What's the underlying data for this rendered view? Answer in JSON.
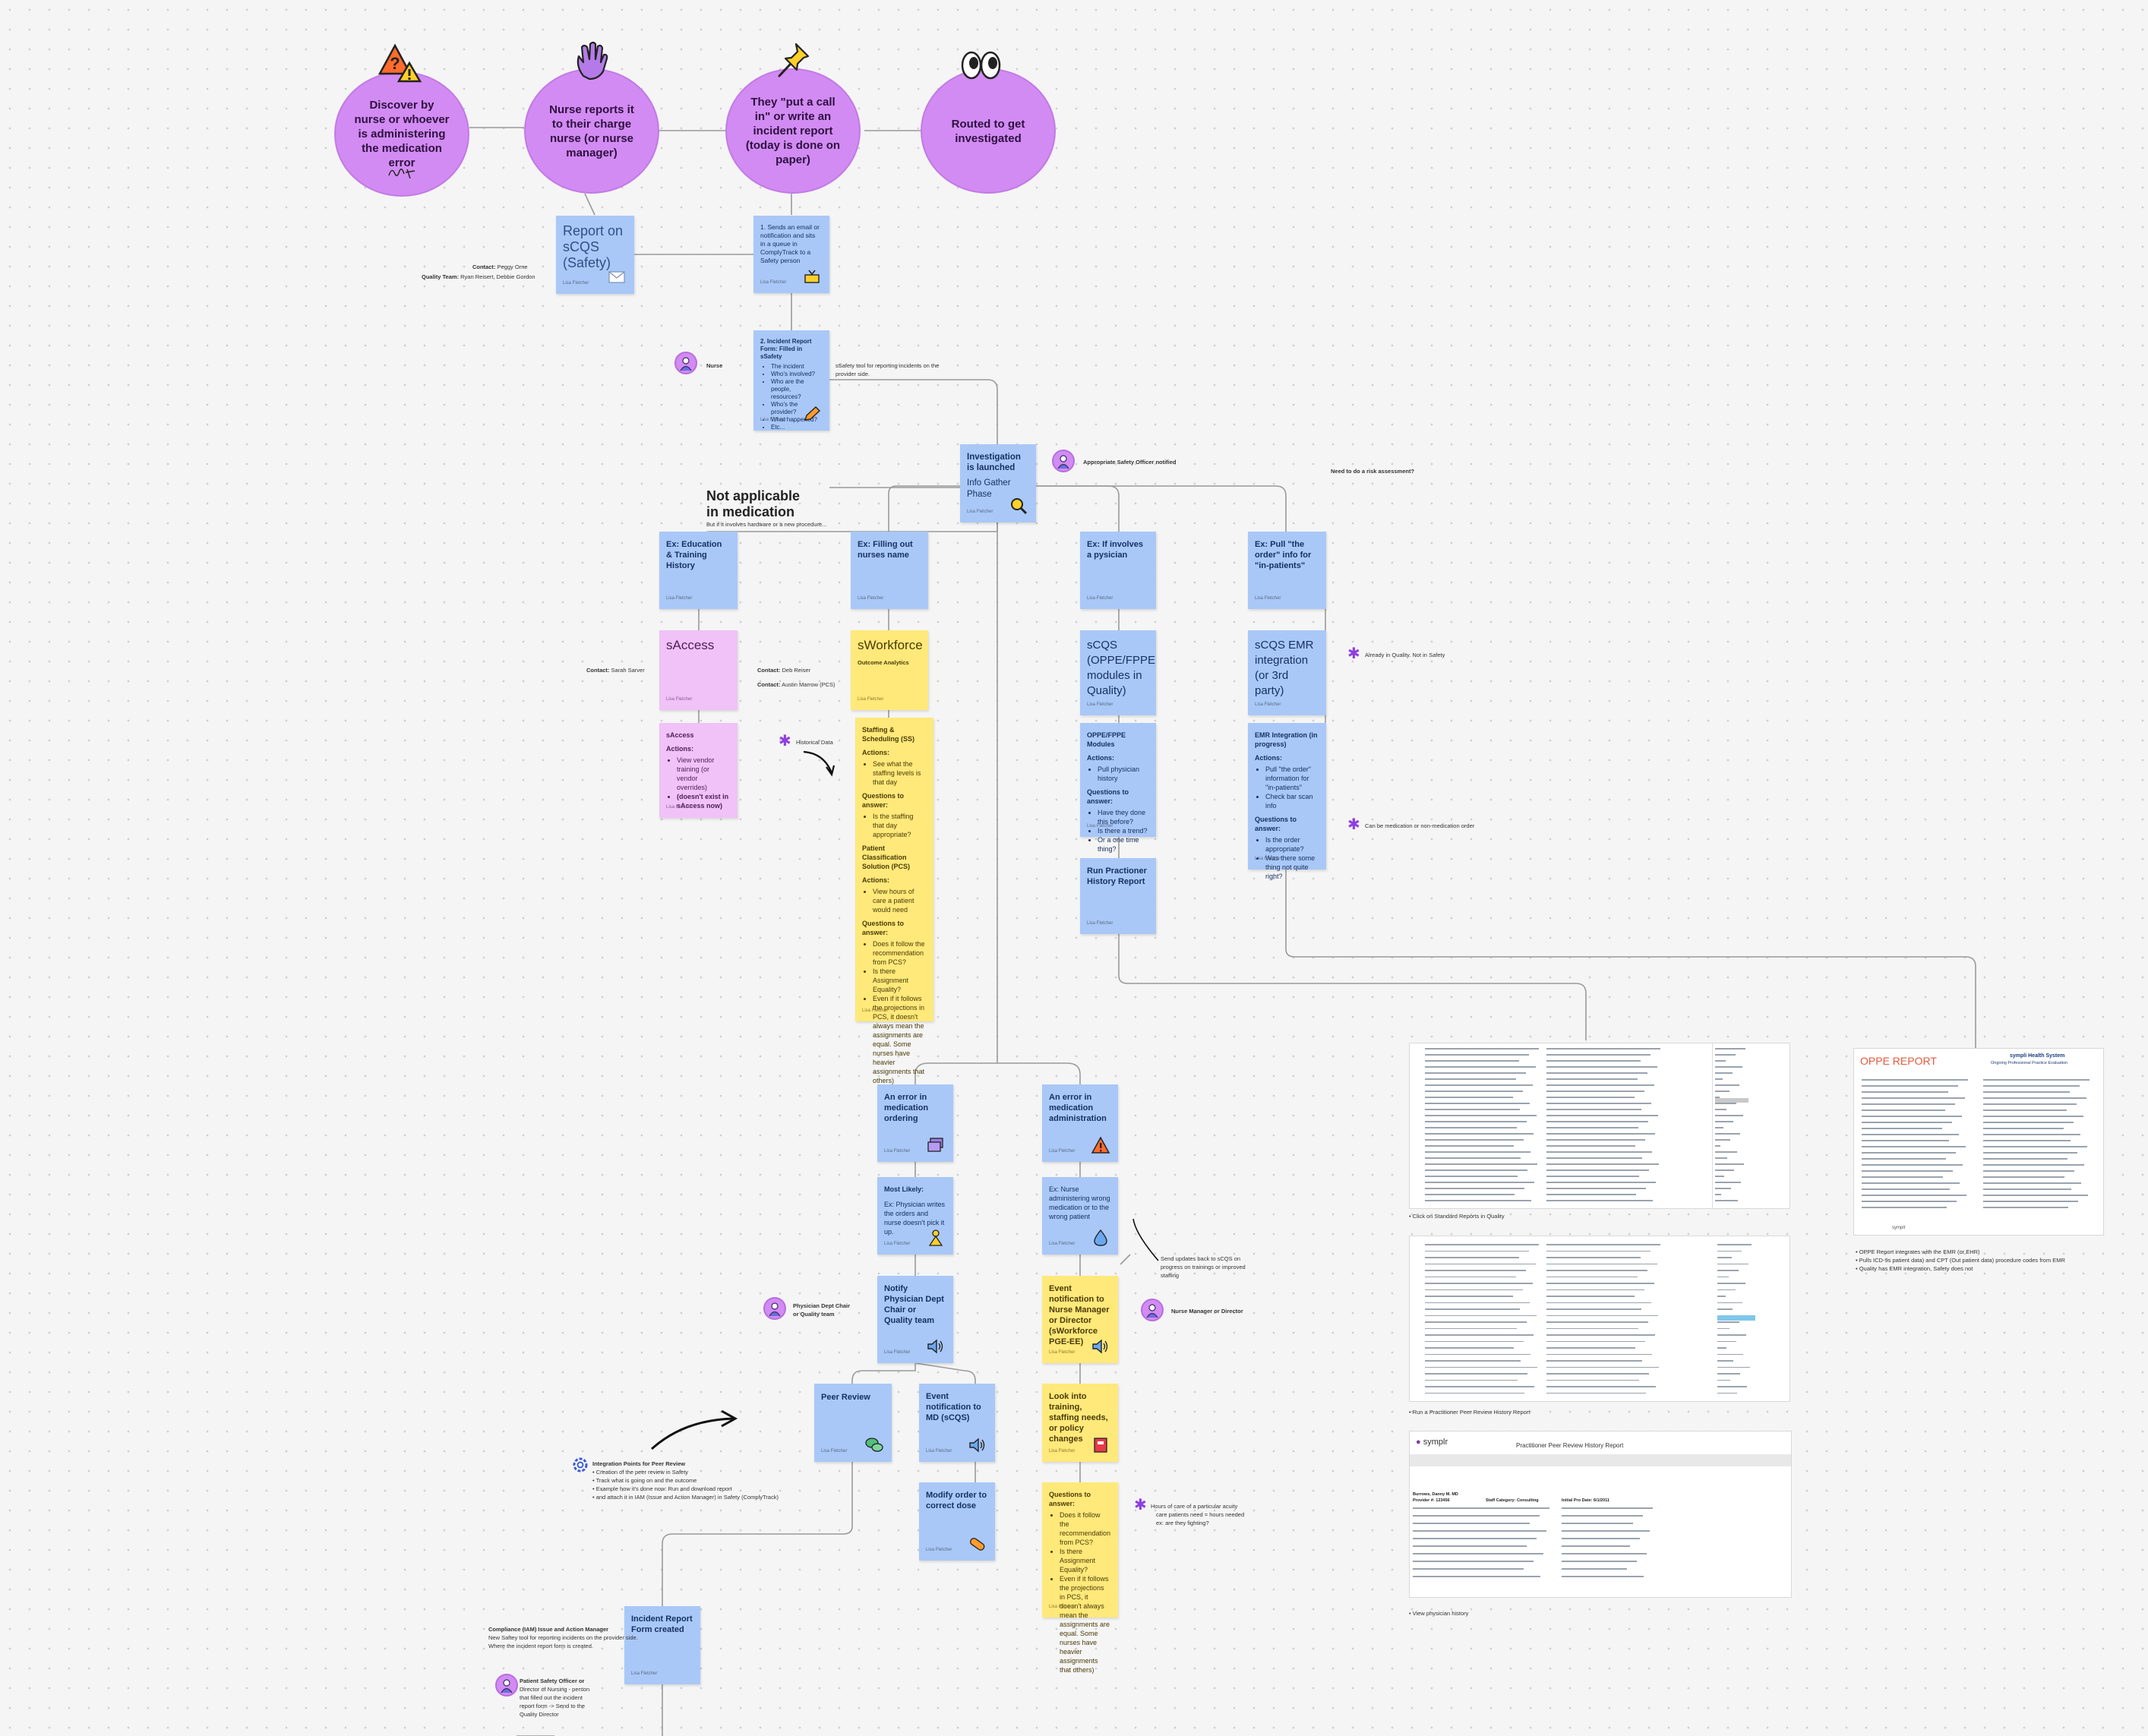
{
  "header_circles": [
    {
      "label": "Discover by nurse or whoever is administering the medication error",
      "emoji": "warning-icon"
    },
    {
      "label": "Nurse reports it to their charge nurse (or nurse manager)",
      "emoji": "waving-hand-icon"
    },
    {
      "label": "They \"put a call in\" or write an incident report (today is done on paper)",
      "emoji": "pushpin-icon"
    },
    {
      "label": "Routed to get investigated",
      "emoji": "eyes-icon"
    }
  ],
  "stickies": {
    "report": {
      "title": "Report on sCQS (Safety)",
      "footer": "Lisa Fletcher"
    },
    "sends": {
      "text": "1. Sends an email or notification and sits in a queue in ComplyTrack to a Safety person",
      "footer": "Lisa Fletcher"
    },
    "form": {
      "title": "2. Incident Report Form: Filled in sSafety",
      "items": [
        "The incident",
        "Who's involved?",
        "Who are the people, resources?",
        "Who's the provider?",
        "What happened?",
        "Etc..."
      ],
      "footer": "Lisa Fletcher"
    },
    "investigation": {
      "title": "Investigation is launched",
      "subtitle": "Info Gather Phase",
      "footer": "Lisa Fletcher"
    },
    "ex_education": {
      "title": "Ex: Education & Training History",
      "footer": "Lisa Fletcher"
    },
    "ex_nurses": {
      "title": "Ex: Filling out nurses name",
      "footer": "Lisa Fletcher"
    },
    "ex_physician": {
      "title": "Ex: If involves a pysician",
      "footer": "Lisa Fletcher"
    },
    "ex_order": {
      "title": "Ex: Pull \"the order\" info for \"in-patients\"",
      "footer": "Lisa Fletcher"
    },
    "saccess": {
      "title": "sAccess",
      "footer": "Lisa Fletcher"
    },
    "sworkforce": {
      "title": "sWorkforce",
      "subtitle": "Outcome Analytics",
      "footer": "Lisa Fletcher"
    },
    "scqs_oppe": {
      "title": "sCQS (OPPE/FPPE modules in Quality)",
      "footer": "Lisa Fletcher"
    },
    "scqs_emr": {
      "title": "sCQS EMR integration (or 3rd party)",
      "footer": "Lisa Fletcher"
    },
    "saccess_actions": {
      "title": "sAccess",
      "actions": "Actions:",
      "items": [
        "View vendor training (or vendor overrides)",
        "(doesn't exist in sAccess now)"
      ],
      "footer": "Lisa Fletcher"
    },
    "staffing": {
      "title": "Staffing & Scheduling (SS)",
      "actions": "Actions:",
      "a_items": [
        "See what the staffing levels is that day"
      ],
      "q": "Questions to answer:",
      "q_items": [
        "Is the staffing that day appropriate?"
      ],
      "pcs": "Patient Classification Solution (PCS)",
      "actions2": "Actions:",
      "a2_items": [
        "View hours of care a patient would need"
      ],
      "q2": "Questions to answer:",
      "q2_items": [
        "Does it follow the recommendation from PCS?",
        "Is there Assignment Equality?",
        "Even if it follows the projections in PCS, it doesn't always mean the assignments are equal. Some nurses have heavier assignments that others)"
      ],
      "footer": "Lisa Fletcher"
    },
    "oppe_modules": {
      "title": "OPPE/FPPE Modules",
      "actions": "Actions:",
      "a_items": [
        "Pull physician history"
      ],
      "q": "Questions to answer:",
      "q_items": [
        "Have they done this before?",
        "Is there a trend?",
        "Or a one time thing?"
      ],
      "footer": "Lisa Fletcher"
    },
    "emr": {
      "title": "EMR Integration (in progress)",
      "actions": "Actions:",
      "a_items": [
        "Pull \"the order\" information for \"in-patients\"",
        "Check bar scan info"
      ],
      "q": "Questions to answer:",
      "q_items": [
        "Is the order appropriate?",
        "Was there some thing not quite right?"
      ],
      "footer": "Lisa Fletcher"
    },
    "run_practioner": {
      "title": "Run Practioner History Report",
      "footer": "Lisa Fletcher"
    },
    "err_ordering": {
      "title": "An error in medication ordering",
      "footer": "Lisa Fletcher"
    },
    "err_admin": {
      "title": "An error in medication administration",
      "footer": "Lisa Fletcher"
    },
    "most_likely": {
      "title": "Most Likely:",
      "text": "Ex: Physician writes the orders and nurse doesn't pick it up.",
      "footer": "Lisa Fletcher"
    },
    "ex_nurse_admin": {
      "text": "Ex: Nurse administering wrong medication or to the wrong patient",
      "footer": "Lisa Fletcher"
    },
    "notify": {
      "title": "Notify Physician Dept Chair or Quality team",
      "footer": "Lisa Fletcher"
    },
    "event_nurse": {
      "title": "Event notification to Nurse Manager or Director (sWorkforce PGE-EE)",
      "footer": "Lisa Fletcher"
    },
    "peer_review": {
      "title": "Peer Review",
      "footer": "Lisa Fletcher"
    },
    "event_md": {
      "title": "Event notification to MD (sCQS)",
      "footer": "Lisa Fletcher"
    },
    "look_into": {
      "title": "Look into training, staffing needs, or policy changes",
      "footer": "Lisa Fletcher"
    },
    "modify": {
      "title": "Modify order to correct dose",
      "footer": "Lisa Fletcher"
    },
    "questions": {
      "title": "Questions to answer:",
      "items": [
        "Does it follow the recommendation from PCS?",
        "Is there Assignment Equality?",
        "Even if it follows the projections in PCS, it doesn't always mean the assignments are equal. Some nurses have heavier assignments that others)"
      ],
      "footer": "Lisa Fletcher"
    },
    "incident_form": {
      "title": "Incident Report Form created",
      "footer": "Lisa Fletcher"
    }
  },
  "labels": {
    "contact_peggy": "Contact:",
    "contact_peggy_v": "Peggy Orne",
    "quality_team": "Quality Team:",
    "quality_team_v": "Ryan Reisert, Debbie Gordon",
    "nurse": "Nurse",
    "ssafety_tool": "sSafety tool for reporting incidents on the provider side.",
    "safety_officer": "Appropriate Safety Officer notified",
    "risk": "Need to do a risk assessment?",
    "na_title": "Not applicable in medication",
    "na_sub": "But if it involves hardware or a new procedure...",
    "contact_sarah": "Contact:",
    "contact_sarah_v": "Sarah Sarver",
    "contact_deb": "Contact:",
    "contact_deb_v": "Deb Reiser",
    "contact_austin": "Contact:",
    "contact_austin_v": "Austin Marrow (PCS)",
    "historical": "Historical Data",
    "already_quality": "Already in Quality. Not in Safety",
    "can_be_med": "Can be medication or non-medication order",
    "physician_chair": "Physician Dept Chair or Quality team",
    "nurse_manager": "Nurse Manager or Director",
    "send_updates": "Send updates back to sCQS on progress on trainings or improved staffing",
    "hours_care": [
      "Hours of care of a particular acuity",
      "care patients need = hours needed",
      "ex: are they fighting?"
    ],
    "integration_title": "Integration Points for Peer Review",
    "integration_items": [
      "Creation of the peer review in Safety",
      "Track what is going on and the outcome",
      "Example how it's done now: Run and download report",
      "and attach it in IAM (Issue and Action Manager) in Safety (ComplyTrack)"
    ],
    "compliance": [
      "Compliance (IAM) Issue and Action Manager",
      "New Saftey tool for reporting incidents on the provider side.",
      "Where the incident report form is created."
    ],
    "pso": [
      "Patient Safety Officer or",
      "Director of Nursing - person",
      "that filled out the incident",
      "report form -> Send to the",
      "Quality Director"
    ],
    "oppe_notes": [
      "OPPE Report integrates with the EMR (or EHR)",
      "Pulls ICD-9s patient data) and CPT (Out patient data) procedure codes from EMR",
      "Quality has EMR integration, Safety does not"
    ]
  },
  "screenshots": {
    "std_caption": "Click on Standard Reports in Quality",
    "peer_caption": "Run a Practitioner Peer Review History Report",
    "phys_caption": "View physician history",
    "oppe_title": "OPPE REPORT",
    "oppe_org": "sympli Health System",
    "oppe_sub": "Ongoing Professional Practice Evaluation",
    "symplr": "symplr",
    "phys_report": "Practitioner Peer Review History Report",
    "phys_name": "Burrows, Danny M. MD",
    "phys_cat": "Staff Category: Consulting",
    "phys_initial": "Initial Pro Date: 6/1/2011",
    "phys_prov": "Provider #: 123456"
  }
}
